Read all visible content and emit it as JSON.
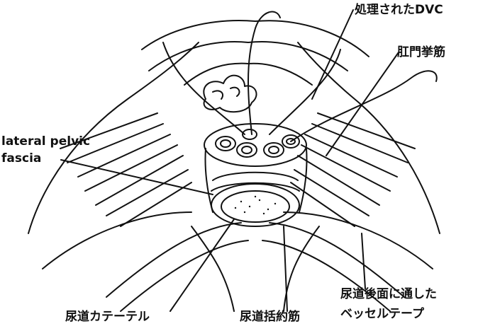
{
  "labels": {
    "dvc": "処理されたDVC",
    "levator": "肛門挙筋",
    "lateral_pelvic_fascia_line1": "lateral pelvic",
    "lateral_pelvic_fascia_line2": "fascia",
    "posterior_urethra_line1": "尿道後面に通した",
    "posterior_urethra_line2": "ベッセルテープ",
    "catheter": "尿道カテーテル",
    "sphincter": "尿道括約筋"
  }
}
